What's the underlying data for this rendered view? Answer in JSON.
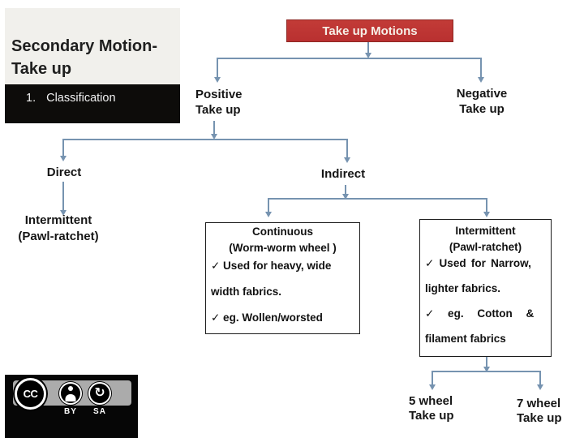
{
  "header": {
    "title_line1": "Secondary Motion-",
    "title_line2": "Take up",
    "nav_number": "1.",
    "nav_label": "Classification"
  },
  "diagram": {
    "root_label": "Take up Motions",
    "positive_line1": "Positive",
    "positive_line2": "Take up",
    "negative_line1": "Negative",
    "negative_line2": "Take up",
    "direct_label": "Direct",
    "indirect_label": "Indirect",
    "pawl_line1": "Intermittent",
    "pawl_line2": "(Pawl-ratchet)",
    "continuous_box": {
      "title": "Continuous",
      "subtitle": "(Worm-worm wheel )",
      "point1": "✓ Used for heavy, wide",
      "point1b": "width fabrics.",
      "point2": "✓ eg. Wollen/worsted"
    },
    "intermittent_box": {
      "title": "Intermittent",
      "subtitle": "(Pawl-ratchet)",
      "point1": "✓ Used for Narrow,",
      "point1b": "lighter fabrics.",
      "point2": "✓ eg. Cotton &",
      "point2b": "filament fabrics"
    },
    "wheel5_line1": "5 wheel",
    "wheel5_line2": "Take up",
    "wheel7_line1": "7 wheel",
    "wheel7_line2": "Take up"
  },
  "license": {
    "cc_label": "CC",
    "by_label": "BY",
    "sa_label": "SA",
    "sa_glyph": "↻"
  },
  "colors": {
    "accent_red": "#BE3534",
    "connector_blue": "#7693B0",
    "panel_light": "#F1F0EC",
    "panel_dark": "#0D0C0A"
  }
}
